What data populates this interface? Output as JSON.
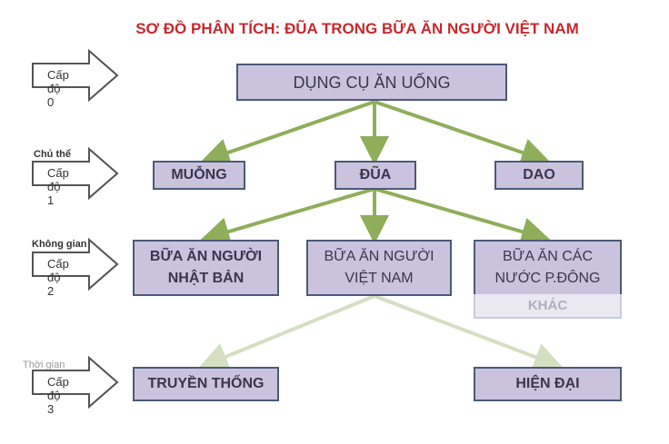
{
  "title": "SƠ ĐỒ PHÂN TÍCH: ĐŨA TRONG BỮA ĂN NGƯỜI VIỆT NAM",
  "levels": [
    {
      "label": "Cấp độ 0",
      "caption": ""
    },
    {
      "label": "Cấp độ 1",
      "caption": "Chủ thể"
    },
    {
      "label": "Cấp độ 2",
      "caption": "Không gian"
    },
    {
      "label": "Cấp độ 3",
      "caption": "Thời gian"
    }
  ],
  "nodes": {
    "root": "DỤNG CỤ ĂN UỐNG",
    "level1": [
      "MUỖNG",
      "ĐŨA",
      "DAO"
    ],
    "level2": [
      {
        "line1": "BỮA ĂN NGƯỜI",
        "line2": "NHẬT BẢN"
      },
      {
        "line1": "BỮA ĂN NGƯỜI",
        "line2": "VIỆT NAM"
      },
      {
        "line1": "BỮA ĂN CÁC",
        "line2": "NƯỚC P.ĐÔNG",
        "line3": "KHÁC"
      }
    ],
    "level3": [
      "TRUYỀN THỐNG",
      "HIỆN ĐẠI"
    ]
  },
  "colors": {
    "title": "#c8282d",
    "box_fill": "#cbc3dd",
    "box_border": "#4a5a7a",
    "connector": "#8fae5a",
    "connector_light": "#d3dfc0"
  }
}
